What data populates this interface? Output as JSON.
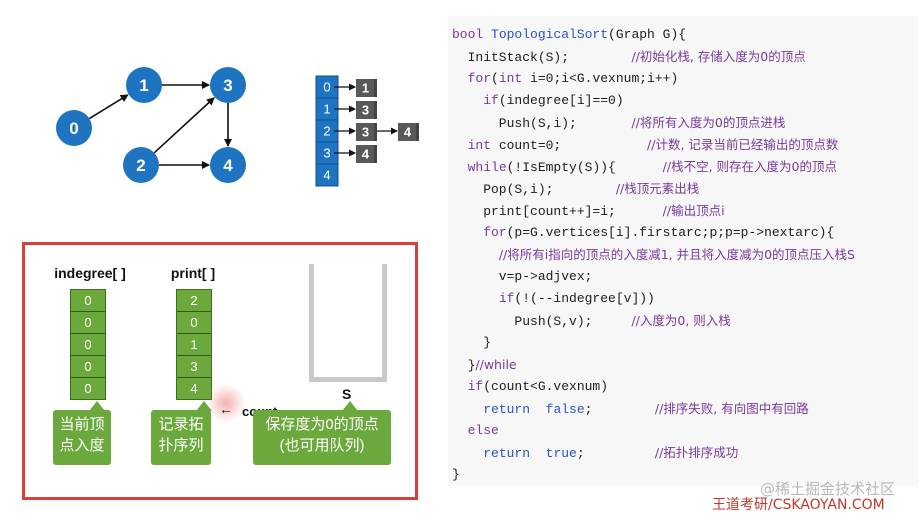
{
  "graph": {
    "nodes": [
      "0",
      "1",
      "2",
      "3",
      "4"
    ],
    "edges": [
      [
        "0",
        "1"
      ],
      [
        "1",
        "3"
      ],
      [
        "2",
        "3"
      ],
      [
        "2",
        "4"
      ],
      [
        "3",
        "4"
      ]
    ]
  },
  "adjacency": {
    "rows": [
      {
        "vertex": "0",
        "neighbors": [
          "1"
        ]
      },
      {
        "vertex": "1",
        "neighbors": [
          "3"
        ]
      },
      {
        "vertex": "2",
        "neighbors": [
          "3",
          "4"
        ]
      },
      {
        "vertex": "3",
        "neighbors": [
          "4"
        ]
      },
      {
        "vertex": "4",
        "neighbors": []
      }
    ]
  },
  "panel": {
    "indegree": {
      "title": "indegree[ ]",
      "values": [
        "0",
        "0",
        "0",
        "0",
        "0"
      ],
      "caption_lines": [
        "当前顶",
        "点入度"
      ]
    },
    "print": {
      "title": "print[ ]",
      "values": [
        "2",
        "0",
        "1",
        "3",
        "4"
      ],
      "caption_lines": [
        "记录拓",
        "扑序列"
      ]
    },
    "count_label": "count",
    "count_arrow": "←",
    "stack": {
      "label": "S",
      "caption_lines": [
        "保存度为0的顶点",
        "(也可用队列)"
      ]
    }
  },
  "code": {
    "lines": [
      [
        {
          "t": "bool ",
          "c": "kw"
        },
        {
          "t": "TopologicalSort",
          "c": "fn"
        },
        {
          "t": "(Graph G){",
          "c": "pl"
        }
      ],
      [
        {
          "t": "  InitStack(S);        ",
          "c": "pl"
        },
        {
          "t": "//初始化栈, 存储入度为0的顶点",
          "c": "cm"
        }
      ],
      [
        {
          "t": "  ",
          "c": "pl"
        },
        {
          "t": "for",
          "c": "kw"
        },
        {
          "t": "(",
          "c": "pl"
        },
        {
          "t": "int",
          "c": "kw"
        },
        {
          "t": " i=0;i<G.vexnum;i++)",
          "c": "pl"
        }
      ],
      [
        {
          "t": "    ",
          "c": "pl"
        },
        {
          "t": "if",
          "c": "kw"
        },
        {
          "t": "(indegree[i]==0)",
          "c": "pl"
        }
      ],
      [
        {
          "t": "      Push(S,i);       ",
          "c": "pl"
        },
        {
          "t": "//将所有入度为0的顶点进栈",
          "c": "cm"
        }
      ],
      [
        {
          "t": "  ",
          "c": "pl"
        },
        {
          "t": "int",
          "c": "kw"
        },
        {
          "t": " count=0;           ",
          "c": "pl"
        },
        {
          "t": "//计数, 记录当前已经输出的顶点数",
          "c": "cm"
        }
      ],
      [
        {
          "t": "  ",
          "c": "pl"
        },
        {
          "t": "while",
          "c": "kw"
        },
        {
          "t": "(!IsEmpty(S)){      ",
          "c": "pl"
        },
        {
          "t": "//栈不空, 则存在入度为0的顶点",
          "c": "cm"
        }
      ],
      [
        {
          "t": "    Pop(S,i);        ",
          "c": "pl"
        },
        {
          "t": "//栈顶元素出栈",
          "c": "cm"
        }
      ],
      [
        {
          "t": "    print[count++]=i;      ",
          "c": "pl"
        },
        {
          "t": "//输出顶点i",
          "c": "cm"
        }
      ],
      [
        {
          "t": "    ",
          "c": "pl"
        },
        {
          "t": "for",
          "c": "kw"
        },
        {
          "t": "(p=G.vertices[i].firstarc;p;p=p->nextarc){",
          "c": "pl"
        }
      ],
      [
        {
          "t": "      ",
          "c": "pl"
        },
        {
          "t": "//将所有i指向的顶点的入度减1, 并且将入度减为0的顶点压入栈S",
          "c": "cm"
        }
      ],
      [
        {
          "t": "      v=p->adjvex;",
          "c": "pl"
        }
      ],
      [
        {
          "t": "      ",
          "c": "pl"
        },
        {
          "t": "if",
          "c": "kw"
        },
        {
          "t": "(!(--indegree[v]))",
          "c": "pl"
        }
      ],
      [
        {
          "t": "        Push(S,v);     ",
          "c": "pl"
        },
        {
          "t": "//入度为0, 则入栈",
          "c": "cm"
        }
      ],
      [
        {
          "t": "    }",
          "c": "pl"
        }
      ],
      [
        {
          "t": "  }",
          "c": "pl"
        },
        {
          "t": "//while",
          "c": "cm"
        }
      ],
      [
        {
          "t": "  ",
          "c": "pl"
        },
        {
          "t": "if",
          "c": "kw"
        },
        {
          "t": "(count<G.vexnum)",
          "c": "pl"
        }
      ],
      [
        {
          "t": "    ",
          "c": "pl"
        },
        {
          "t": "return",
          "c": "kwb"
        },
        {
          "t": "  ",
          "c": "pl"
        },
        {
          "t": "false",
          "c": "kwb"
        },
        {
          "t": ";        ",
          "c": "pl"
        },
        {
          "t": "//排序失败, 有向图中有回路",
          "c": "cm"
        }
      ],
      [
        {
          "t": "  ",
          "c": "pl"
        },
        {
          "t": "else",
          "c": "kw"
        }
      ],
      [
        {
          "t": "    ",
          "c": "pl"
        },
        {
          "t": "return",
          "c": "kwb"
        },
        {
          "t": "  ",
          "c": "pl"
        },
        {
          "t": "true",
          "c": "kwb"
        },
        {
          "t": ";         ",
          "c": "pl"
        },
        {
          "t": "//拓扑排序成功",
          "c": "cm"
        }
      ],
      [
        {
          "t": "}",
          "c": "pl"
        }
      ]
    ]
  },
  "watermarks": {
    "juejin": "@稀土掘金技术社区",
    "wangdao": "王道考研/CSKAOYAN.COM"
  },
  "colors": {
    "node": "#1e74c1",
    "cell_green": "#6ca93c",
    "adj_gray": "#595959",
    "frame_red": "#d9403a"
  }
}
